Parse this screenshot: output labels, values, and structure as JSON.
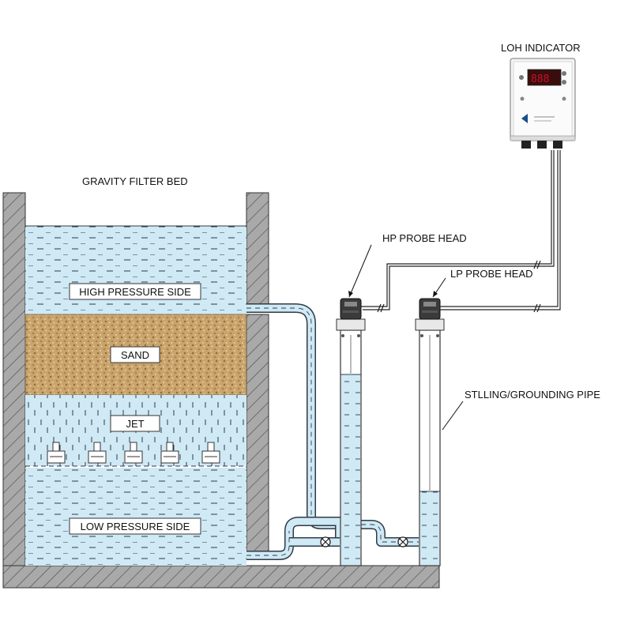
{
  "labels": {
    "loh_indicator": "LOH INDICATOR",
    "gravity_filter_bed": "GRAVITY FILTER BED",
    "hp_probe_head": "HP PROBE HEAD",
    "lp_probe_head": "LP PROBE HEAD",
    "stilling_pipe": "STLLING/GROUNDING PIPE"
  },
  "zones": {
    "high_pressure_side": "HIGH PRESSURE SIDE",
    "sand": "SAND",
    "jet": "JET",
    "low_pressure_side": "LOW PRESSURE SIDE"
  },
  "colors": {
    "water": "#cfe9f5",
    "water_line": "#2f3c46",
    "sand": "#c9a46c",
    "wall": "#a9a9a9",
    "display_red": "#c8102e",
    "display_bg": "#3a0d0d"
  }
}
